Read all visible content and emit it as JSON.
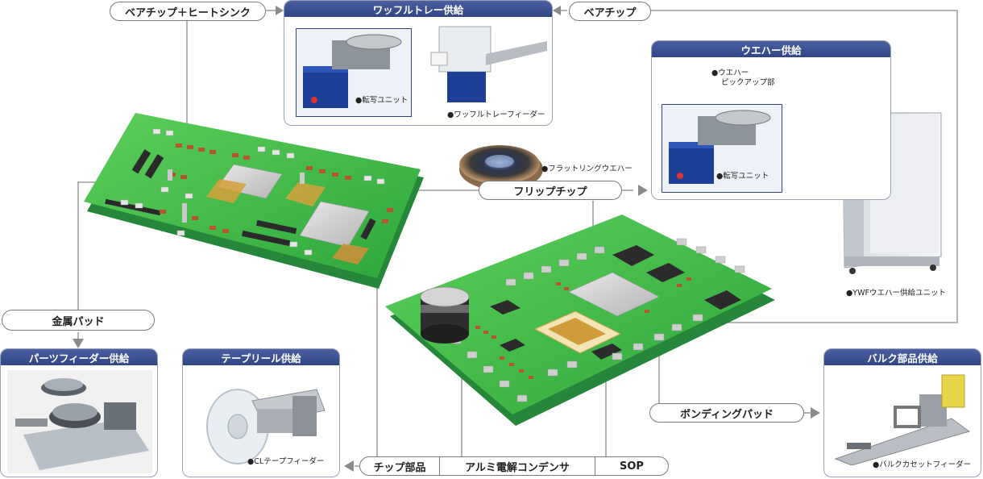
{
  "labels": {
    "bare_chip_heatsink": "ベアチップ＋ヒートシンク",
    "bare_chip": "ベアチップ",
    "flip_chip": "フリップチップ",
    "metal_pad": "金属パッド",
    "bonding_pad": "ボンディングパッド",
    "chip_parts": "チップ部品",
    "aluminum_capacitor": "アルミ電解コンデンサ",
    "sop": "SOP"
  },
  "boxes": {
    "waffle_tray": {
      "title": "ワッフルトレー供給",
      "captions": [
        "●転写ユニット",
        "●ワッフルトレーフィーダー"
      ]
    },
    "wafer": {
      "title": "ウエハー供給",
      "captions": [
        "●ウエハー",
        "ピックアップ部",
        "●転写ユニット"
      ]
    },
    "parts_feeder": {
      "title": "パーツフィーダー供給"
    },
    "tape_reel": {
      "title": "テープリール供給",
      "captions": [
        "●CLテープフィーダー"
      ]
    },
    "bulk": {
      "title": "バルク部品供給",
      "captions": [
        "●バルクカセットフィーダー"
      ]
    }
  },
  "standalone_captions": {
    "flat_ring_wafer": "●フラットリングウエハー",
    "ywf_unit": "●YWFウエハー供給ユニット"
  },
  "colors": {
    "header_blue": "#2f4585",
    "pcb_green": "#3db54a",
    "connector_gray": "#8a8a8a"
  }
}
